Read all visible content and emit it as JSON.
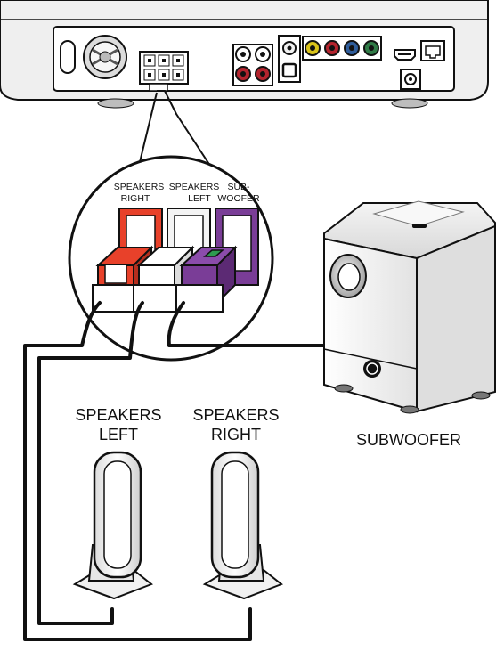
{
  "labels": {
    "connector_right": [
      "SPEAKERS",
      "RIGHT"
    ],
    "connector_left": [
      "SPEAKERS",
      "LEFT"
    ],
    "connector_sub": [
      "SUB-",
      "WOOFER"
    ],
    "speaker_left": [
      "SPEAKERS",
      "LEFT"
    ],
    "speaker_right": [
      "SPEAKERS",
      "RIGHT"
    ],
    "subwoofer": "SUBWOOFER"
  },
  "colors": {
    "right_channel": "#e8412a",
    "left_channel": "#ffffff",
    "subwoofer_channel": "#7a3d97",
    "indicator_green": "#2e9a4f",
    "jack_yellow": "#d9c31a",
    "jack_red": "#b3242e",
    "jack_blue": "#2f5d9b",
    "jack_green": "#2f7a46",
    "line": "#111111",
    "panel_gray": "#e6e6e6"
  },
  "icons": [
    "power-cord-socket-icon",
    "speaker-connector-block-icon",
    "rca-jacks-icon",
    "optical-port-icon",
    "hdmi-port-icon",
    "ethernet-port-icon",
    "fm-antenna-port-icon",
    "subwoofer-logo-icon"
  ]
}
